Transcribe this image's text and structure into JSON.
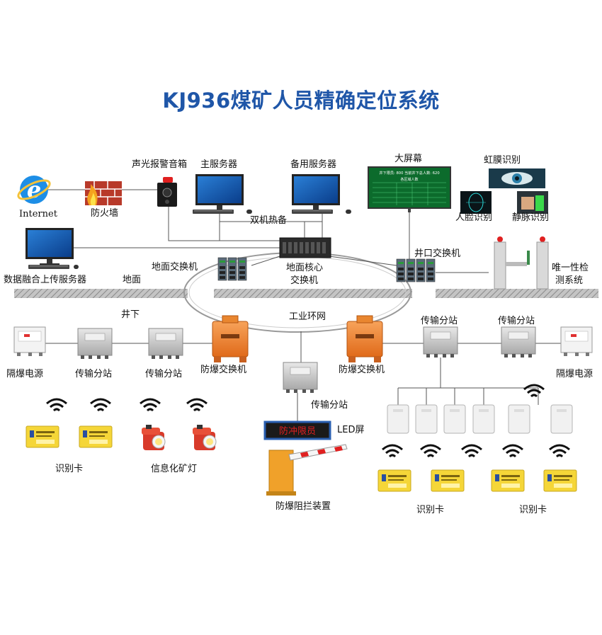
{
  "title": "KJ936煤矿人员精确定位系统",
  "labels": {
    "internet": "Internet",
    "firewall": "防火墙",
    "alarm": "声光报警音箱",
    "main_server": "主服务器",
    "backup_server": "备用服务器",
    "hot_standby": "双机热备",
    "big_screen": "大屏幕",
    "iris": "虹膜识别",
    "face": "人脸识别",
    "vein": "静脉识别",
    "data_server": "数据融合上传服务器",
    "surface_switch": "地面交换机",
    "core_switch_1": "地面核心",
    "core_switch_2": "交换机",
    "wellhead_switch": "井口交换机",
    "unique_check_1": "唯一性检",
    "unique_check_2": "测系统",
    "ground": "地面",
    "underground": "井下",
    "ring_network": "工业环网",
    "ex_power_left": "隔爆电源",
    "ex_power_right": "隔爆电源",
    "station_1": "传输分站",
    "station_2": "传输分站",
    "station_center": "传输分站",
    "station_right_1": "传输分站",
    "station_right_2": "传输分站",
    "ex_switch_left": "防爆交换机",
    "ex_switch_right": "防爆交换机",
    "led_screen": "LED屏",
    "led_text": "防冲限员",
    "id_card_left": "识别卡",
    "cap_lamp": "信息化矿灯",
    "barrier": "防爆阻拦装置",
    "id_card_right_1": "识别卡",
    "id_card_right_2": "识别卡"
  },
  "screen_board": {
    "header": "井下限员: 800  当前井下总人数: 620",
    "subheader": "各区域人数"
  },
  "colors": {
    "title": "#1f56a8",
    "ground_band": "#b8b8b8",
    "led_text": "#e02020",
    "ex_switch": "#ef7d2a",
    "id_card": "#f5d638",
    "screen_green": "#0c6b2c"
  }
}
